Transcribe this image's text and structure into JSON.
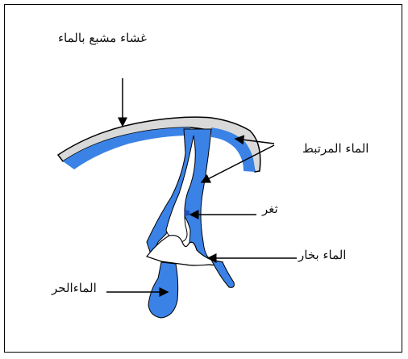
{
  "labels": {
    "membrane": "غشاء مشبع بالماء",
    "bound_water": "الماء المرتبط",
    "pore": "ثغر",
    "water_vapor": "الماء بخار",
    "free_water": "الماءالحر"
  },
  "colors": {
    "water": "#3b82e6",
    "membrane_fill": "#d9d9d9",
    "stroke": "#000000"
  }
}
